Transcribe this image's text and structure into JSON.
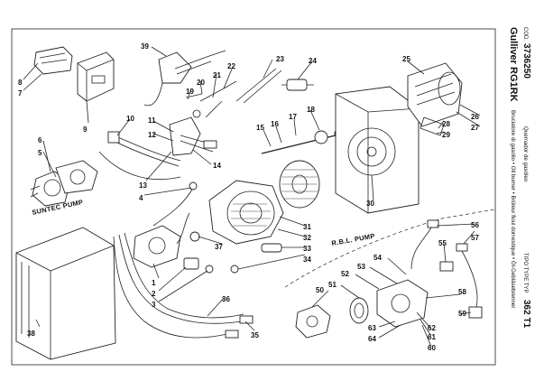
{
  "title_block": {
    "model": "Gulliver RG1RK",
    "description": "Bruciatore di gasolio • Oil burner • Brûleur fioul domestique • Öl-Gebläsebrenner",
    "description_line2": "Quemador de gasóleo",
    "code_label": "COD.",
    "code_value": "3736250",
    "type_label": "TIPO TYPE TYP",
    "type_value": "362 T1"
  },
  "pump_labels": {
    "suntec": "SUNTEC PUMP",
    "rbl": "R.B.L. PUMP"
  },
  "callouts": [
    "1",
    "2",
    "3",
    "4",
    "5",
    "6",
    "7",
    "8",
    "9",
    "10",
    "11",
    "12",
    "13",
    "14",
    "15",
    "16",
    "17",
    "18",
    "19",
    "20",
    "21",
    "22",
    "23",
    "24",
    "25",
    "26",
    "27",
    "28",
    "29",
    "30",
    "31",
    "32",
    "33",
    "34",
    "35",
    "36",
    "37",
    "38",
    "39",
    "50",
    "51",
    "52",
    "53",
    "54",
    "55",
    "56",
    "57",
    "58",
    "59",
    "60",
    "61",
    "62",
    "63",
    "64"
  ]
}
